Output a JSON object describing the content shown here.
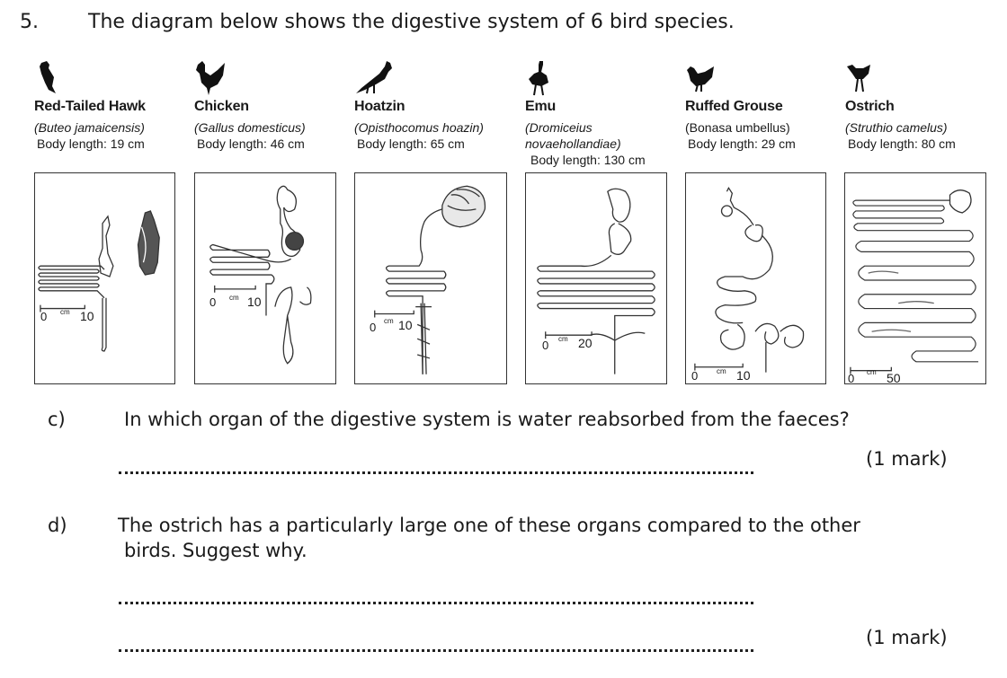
{
  "question": {
    "number": "5.",
    "intro": "The diagram below shows the digestive system of 6 bird species."
  },
  "species": [
    {
      "name": "Red-Tailed Hawk",
      "scientific": "(Buteo jamaicensis)",
      "length": "Body length: 19 cm",
      "icon": "hawk-silhouette",
      "scale_label": "10"
    },
    {
      "name": "Chicken",
      "scientific": "(Gallus domesticus)",
      "length": "Body length: 46 cm",
      "icon": "chicken-silhouette",
      "scale_label": "10"
    },
    {
      "name": "Hoatzin",
      "scientific": "(Opisthocomus hoazin)",
      "length": "Body length: 65 cm",
      "icon": "hoatzin-silhouette",
      "scale_label": "10"
    },
    {
      "name": "Emu",
      "scientific_line1": "(Dromiceius",
      "scientific_line2": "novaehollandiae)",
      "length": "Body length: 130 cm",
      "icon": "emu-silhouette",
      "scale_label": "20"
    },
    {
      "name": "Ruffed Grouse",
      "scientific": "(Bonasa umbellus)",
      "length": "Body length: 29 cm",
      "icon": "grouse-silhouette",
      "scale_label": "10"
    },
    {
      "name": "Ostrich",
      "scientific": "(Struthio camelus)",
      "length": "Body length: 80 cm",
      "icon": "ostrich-silhouette",
      "scale_label": "50"
    }
  ],
  "scale": {
    "zero": "0",
    "unit": "cm"
  },
  "part_c": {
    "letter": "c)",
    "text": "In which organ of the digestive system is water reabsorbed from the faeces?",
    "marks": "(1 mark)"
  },
  "part_d": {
    "letter": "d)",
    "line1": "The ostrich has a particularly large one of these organs compared to the other",
    "line2": "birds.  Suggest why.",
    "marks": "(1 mark)"
  }
}
